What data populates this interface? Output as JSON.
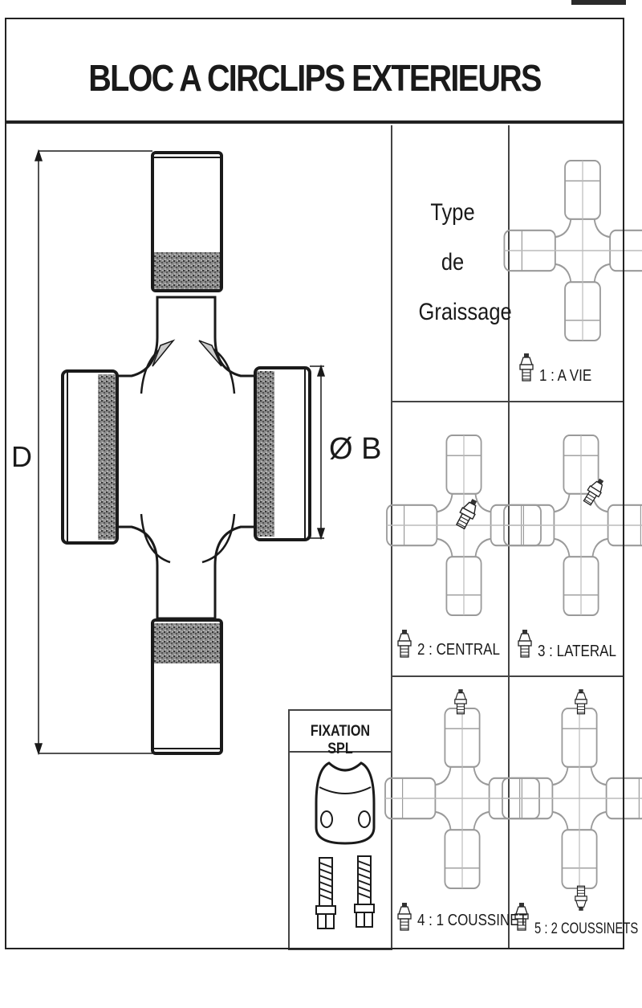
{
  "title": "BLOC A CIRCLIPS EXTERIEURS",
  "dimensions": {
    "d_label": "D",
    "b_label": "Ø B"
  },
  "graissage": {
    "heading_lines": [
      "Type",
      "de",
      "Graissage"
    ],
    "types": [
      {
        "label": "1 : A VIE"
      },
      {
        "label": "2 : CENTRAL"
      },
      {
        "label": "3 : LATERAL"
      },
      {
        "label": "4 : 1 COUSSINET"
      },
      {
        "label": "5 : 2 COUSSINETS"
      }
    ]
  },
  "fixation": {
    "title": "FIXATION SPL"
  },
  "colors": {
    "line": "#1a1a1a",
    "grid": "#444444",
    "faint": "#9a9a9a"
  }
}
